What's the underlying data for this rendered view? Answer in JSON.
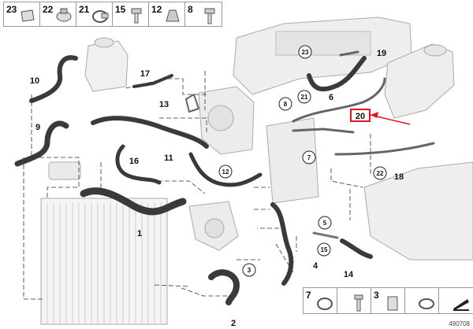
{
  "legend_top": [
    {
      "num": "23",
      "icon": "hose-clip-icon"
    },
    {
      "num": "22",
      "icon": "hose-clamp-icon"
    },
    {
      "num": "21",
      "icon": "band-clamp-icon"
    },
    {
      "num": "15",
      "icon": "collar-screw-icon"
    },
    {
      "num": "12",
      "icon": "holder-clip-icon"
    },
    {
      "num": "8",
      "icon": "hex-bolt-icon"
    }
  ],
  "legend_bottom": [
    {
      "num": "7",
      "icon": "clamp-icon"
    },
    {
      "num": "",
      "icon": "screw-icon"
    },
    {
      "num": "3",
      "icon": "spring-clamp-icon"
    },
    {
      "num": "",
      "icon": "hose-clamp-icon"
    },
    {
      "num": "",
      "icon": "arrow-box-icon"
    }
  ],
  "callouts": [
    "1",
    "2",
    "4",
    "6",
    "9",
    "10",
    "11",
    "13",
    "14",
    "16",
    "17",
    "18",
    "19"
  ],
  "circled_callouts": [
    "3",
    "5",
    "7",
    "8",
    "12",
    "15",
    "21",
    "22",
    "23"
  ],
  "highlight": {
    "num": "20",
    "color": "#e8141c"
  },
  "doc_number": "490708"
}
